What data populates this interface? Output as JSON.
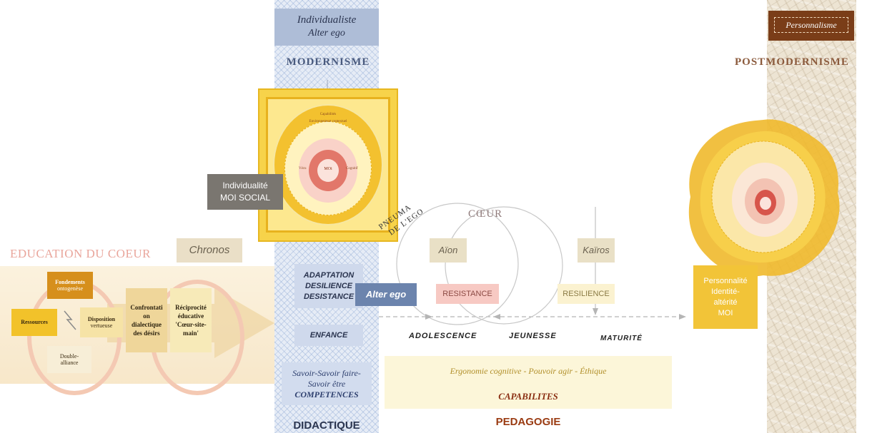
{
  "header": {
    "individualiste": "Individualiste",
    "alter_ego": "Alter ego",
    "modernisme": "MODERNISME",
    "postmodernisme": "POSTMODERNISME",
    "personnalisme": "Personnalisme"
  },
  "left_panel": {
    "title": "EDUCATION DU COEUR",
    "chronos": "Chronos",
    "fondements": [
      "Fondements",
      "ontogenèse"
    ],
    "ressources": "Ressources",
    "disposition": [
      "Disposition",
      "vertueuse"
    ],
    "double_alliance": [
      "Double-",
      "alliance"
    ],
    "confrontation": [
      "Confrontati",
      "on",
      "dialectique",
      "des désirs"
    ],
    "reciprocite": [
      "Réciprocité",
      "éducative",
      "'Cœur-site-",
      "main'"
    ]
  },
  "target_center": {
    "capabilites": "Capabilités",
    "environnement": "Environnement contextuel",
    "vecu": "Vécu",
    "cognitif": "Cognitif",
    "moi": "MOi"
  },
  "individualite": [
    "Individualité",
    "MOI SOCIAL"
  ],
  "middle": {
    "adaptation": [
      "ADAPTATION",
      "DESILIENCE",
      "DESISTANCE"
    ],
    "alter_ego": "Alter ego",
    "enfance": "ENFANCE",
    "savoir": [
      "Savoir-Savoir faire-",
      "Savoir être"
    ],
    "competences": "COMPETENCES",
    "didactique": "DIDACTIQUE"
  },
  "timeline": {
    "pneuma": [
      "PNEUMA",
      "DE L'EGO"
    ],
    "coeur": "CŒUR",
    "aion": "Aïon",
    "kairos": "Kaïros",
    "resistance": "RESISTANCE",
    "resilience": "RESILIENCE",
    "stages": [
      "ADOLESCENCE",
      "JEUNESSE",
      "MATURITÉ"
    ]
  },
  "bottom": {
    "ergonomie": "Ergonomie cognitive - Pouvoir agir - Éthique",
    "capabilites": "CAPABILITES",
    "pedagogie": "PEDAGOGIE"
  },
  "right_panel": {
    "personnalite": [
      "Personnalité",
      "Identité-",
      "altérité",
      "MOI"
    ]
  },
  "colors": {
    "gold": "#f2c438",
    "blue_column": "#e6ecf6",
    "brown": "#7a3d18",
    "coral": "#e9a59b"
  }
}
